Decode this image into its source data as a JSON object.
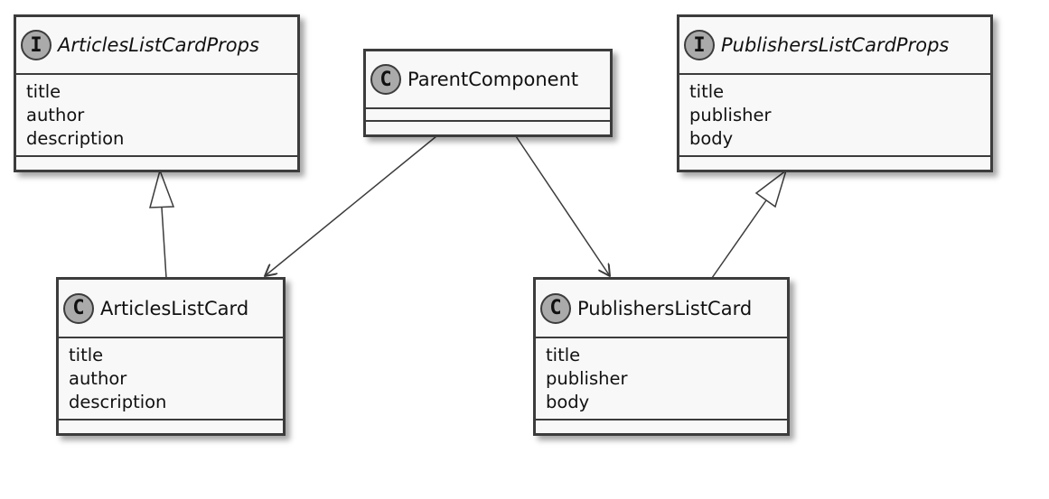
{
  "diagram": {
    "nodes": [
      {
        "id": "articles_props",
        "stereotype": "I",
        "kind": "interface",
        "name": "ArticlesListCardProps",
        "attributes": [
          "title",
          "author",
          "description"
        ]
      },
      {
        "id": "parent",
        "stereotype": "C",
        "kind": "class",
        "name": "ParentComponent",
        "attributes": []
      },
      {
        "id": "publishers_props",
        "stereotype": "I",
        "kind": "interface",
        "name": "PublishersListCardProps",
        "attributes": [
          "title",
          "publisher",
          "body"
        ]
      },
      {
        "id": "articles_card",
        "stereotype": "C",
        "kind": "class",
        "name": "ArticlesListCard",
        "attributes": [
          "title",
          "author",
          "description"
        ]
      },
      {
        "id": "publishers_card",
        "stereotype": "C",
        "kind": "class",
        "name": "PublishersListCard",
        "attributes": [
          "title",
          "publisher",
          "body"
        ]
      }
    ],
    "edges": [
      {
        "from": "articles_card",
        "to": "articles_props",
        "type": "realization"
      },
      {
        "from": "publishers_card",
        "to": "publishers_props",
        "type": "realization"
      },
      {
        "from": "parent",
        "to": "articles_card",
        "type": "association"
      },
      {
        "from": "parent",
        "to": "publishers_card",
        "type": "association"
      }
    ],
    "colors": {
      "line": "#3c3c3c",
      "box_fill": "#f8f8f8",
      "badge_fill": "#aaaaaa"
    }
  }
}
